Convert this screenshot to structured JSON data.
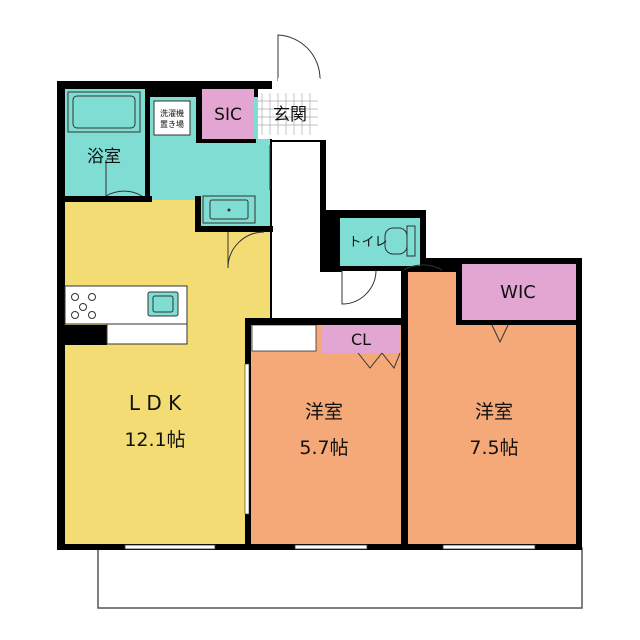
{
  "rooms": {
    "bathroom": "浴室",
    "washer": [
      "洗濯機",
      "置き場"
    ],
    "sic": "SIC",
    "entrance": "玄関",
    "toilet": "トイレ",
    "ldk": {
      "name": "L D K",
      "size": "12.1帖"
    },
    "room1": {
      "name": "洋室",
      "size": "5.7帖"
    },
    "room2": {
      "name": "洋室",
      "size": "7.5帖"
    },
    "cl": "CL",
    "wic": "WIC"
  },
  "colors": {
    "wet": "#7fddd3",
    "ldk": "#f4dc74",
    "western": "#f5a878",
    "storage": "#e3a6d3",
    "wall": "#000000",
    "floor": "#ffffff"
  }
}
